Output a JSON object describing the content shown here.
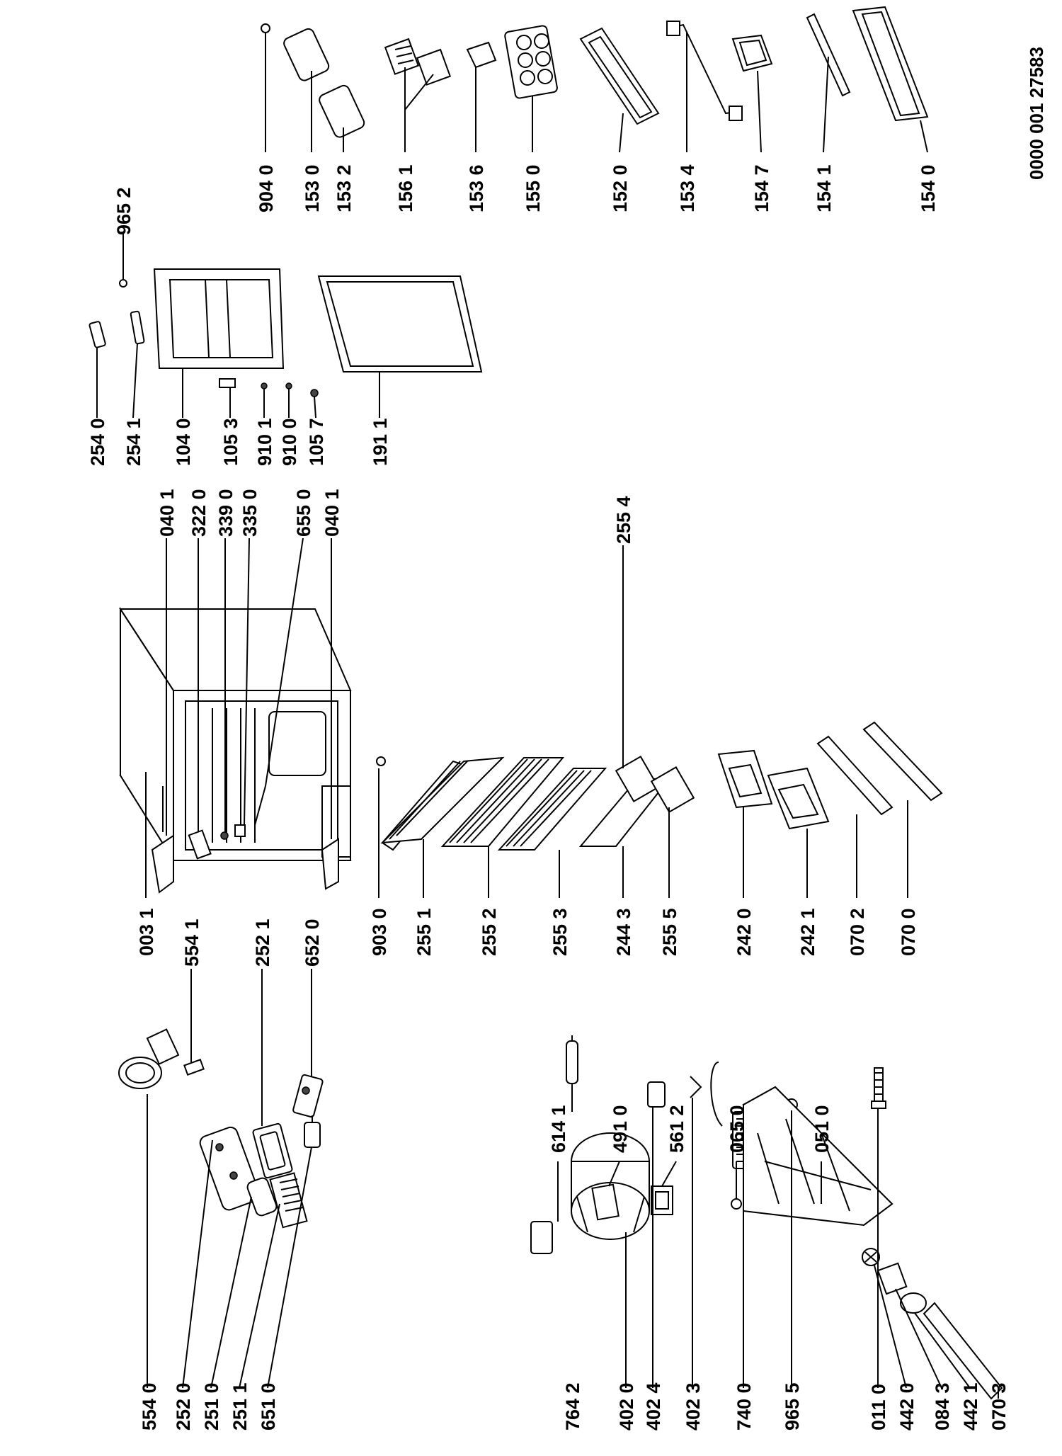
{
  "document_number": "0000 001 27583",
  "parts": [
    {
      "id": "p5540",
      "label": "554 0",
      "icon": "fan-motor-icon"
    },
    {
      "id": "p2520",
      "label": "252 0",
      "icon": "lamp-housing-icon"
    },
    {
      "id": "p2510",
      "label": "251 0",
      "icon": "lamp-cover-icon"
    },
    {
      "id": "p2511",
      "label": "251 1",
      "icon": "lamp-lens-icon"
    },
    {
      "id": "p6510",
      "label": "651 0",
      "icon": "thermostat-icon"
    },
    {
      "id": "p5541",
      "label": "554 1",
      "icon": "clip-icon"
    },
    {
      "id": "p2521",
      "label": "252 1",
      "icon": "lamp-holder-icon"
    },
    {
      "id": "p6520",
      "label": "652 0",
      "icon": "thermostat-knob-icon"
    },
    {
      "id": "p0031",
      "label": "003 1",
      "icon": "cabinet-icon"
    },
    {
      "id": "p0401a",
      "label": "040 1",
      "icon": "hinge-icon"
    },
    {
      "id": "p3220",
      "label": "322 0",
      "icon": "hinge-pin-icon"
    },
    {
      "id": "p3390",
      "label": "339 0",
      "icon": "screw-icon"
    },
    {
      "id": "p3350",
      "label": "335 0",
      "icon": "bushing-icon"
    },
    {
      "id": "p6550",
      "label": "655 0",
      "icon": "rod-icon"
    },
    {
      "id": "p0401b",
      "label": "040 1",
      "icon": "hinge-icon"
    },
    {
      "id": "p9030",
      "label": "903 0",
      "icon": "plug-icon"
    },
    {
      "id": "p2551",
      "label": "255 1",
      "icon": "shelf-icon"
    },
    {
      "id": "p2552",
      "label": "255 2",
      "icon": "shelf-icon"
    },
    {
      "id": "p2553",
      "label": "255 3",
      "icon": "shelf-icon"
    },
    {
      "id": "p2443",
      "label": "244 3",
      "icon": "glass-shelf-icon"
    },
    {
      "id": "p2554",
      "label": "255 4",
      "icon": "shelf-support-icon"
    },
    {
      "id": "p2555",
      "label": "255 5",
      "icon": "shelf-support-icon"
    },
    {
      "id": "p2420",
      "label": "242 0",
      "icon": "crisper-drawer-icon"
    },
    {
      "id": "p2421",
      "label": "242 1",
      "icon": "crisper-drawer-icon"
    },
    {
      "id": "p0702",
      "label": "070 2",
      "icon": "trim-strip-icon"
    },
    {
      "id": "p0700",
      "label": "070 0",
      "icon": "trim-strip-icon"
    },
    {
      "id": "p2540",
      "label": "254 0",
      "icon": "door-handle-icon"
    },
    {
      "id": "p2541",
      "label": "254 1",
      "icon": "door-handle-icon"
    },
    {
      "id": "p9652",
      "label": "965 2",
      "icon": "plug-icon"
    },
    {
      "id": "p1040",
      "label": "104 0",
      "icon": "door-panel-icon"
    },
    {
      "id": "p1053",
      "label": "105 3",
      "icon": "bracket-icon"
    },
    {
      "id": "p9101",
      "label": "910 1",
      "icon": "screw-icon"
    },
    {
      "id": "p9100",
      "label": "910 0",
      "icon": "screw-icon"
    },
    {
      "id": "p1057",
      "label": "105 7",
      "icon": "screw-icon"
    },
    {
      "id": "p1911",
      "label": "191 1",
      "icon": "door-gasket-icon"
    },
    {
      "id": "p9040",
      "label": "904 0",
      "icon": "plug-icon"
    },
    {
      "id": "p1530",
      "label": "153 0",
      "icon": "butter-cover-icon"
    },
    {
      "id": "p1532",
      "label": "153 2",
      "icon": "butter-cover-icon"
    },
    {
      "id": "p1561",
      "label": "156 1",
      "icon": "ice-tray-icon"
    },
    {
      "id": "p1536",
      "label": "153 6",
      "icon": "hinge-icon"
    },
    {
      "id": "p1550",
      "label": "155 0",
      "icon": "egg-tray-icon"
    },
    {
      "id": "p1520",
      "label": "152 0",
      "icon": "door-shelf-icon"
    },
    {
      "id": "p1534",
      "label": "153 4",
      "icon": "bottle-retainer-icon"
    },
    {
      "id": "p1547",
      "label": "154 7",
      "icon": "door-bin-icon"
    },
    {
      "id": "p1541",
      "label": "154 1",
      "icon": "bar-icon"
    },
    {
      "id": "p1540",
      "label": "154 0",
      "icon": "bottle-shelf-icon"
    },
    {
      "id": "p7642",
      "label": "764 2",
      "icon": "filter-drier-icon"
    },
    {
      "id": "p4020",
      "label": "402 0",
      "icon": "compressor-icon"
    },
    {
      "id": "p4024",
      "label": "402 4",
      "icon": "relay-icon"
    },
    {
      "id": "p4023",
      "label": "402 3",
      "icon": "clip-icon"
    },
    {
      "id": "p7400",
      "label": "740 0",
      "icon": "condenser-coil-icon"
    },
    {
      "id": "p9655",
      "label": "965 5",
      "icon": "grommet-icon"
    },
    {
      "id": "p0110",
      "label": "011 0",
      "icon": "bolt-icon"
    },
    {
      "id": "p4420",
      "label": "442 0",
      "icon": "fan-icon"
    },
    {
      "id": "p0843",
      "label": "084 3",
      "icon": "bracket-icon"
    },
    {
      "id": "p4421",
      "label": "442 1",
      "icon": "fan-motor-icon"
    },
    {
      "id": "p0703",
      "label": "070 3",
      "icon": "trim-strip-icon"
    },
    {
      "id": "p6141",
      "label": "614 1",
      "icon": "connector-icon"
    },
    {
      "id": "p4910",
      "label": "491 0",
      "icon": "capacitor-icon"
    },
    {
      "id": "p5612",
      "label": "561 2",
      "icon": "connector-block-icon"
    },
    {
      "id": "p0650",
      "label": "065 0",
      "icon": "grommet-icon"
    },
    {
      "id": "p0510",
      "label": "051 0",
      "icon": "base-frame-icon"
    }
  ]
}
